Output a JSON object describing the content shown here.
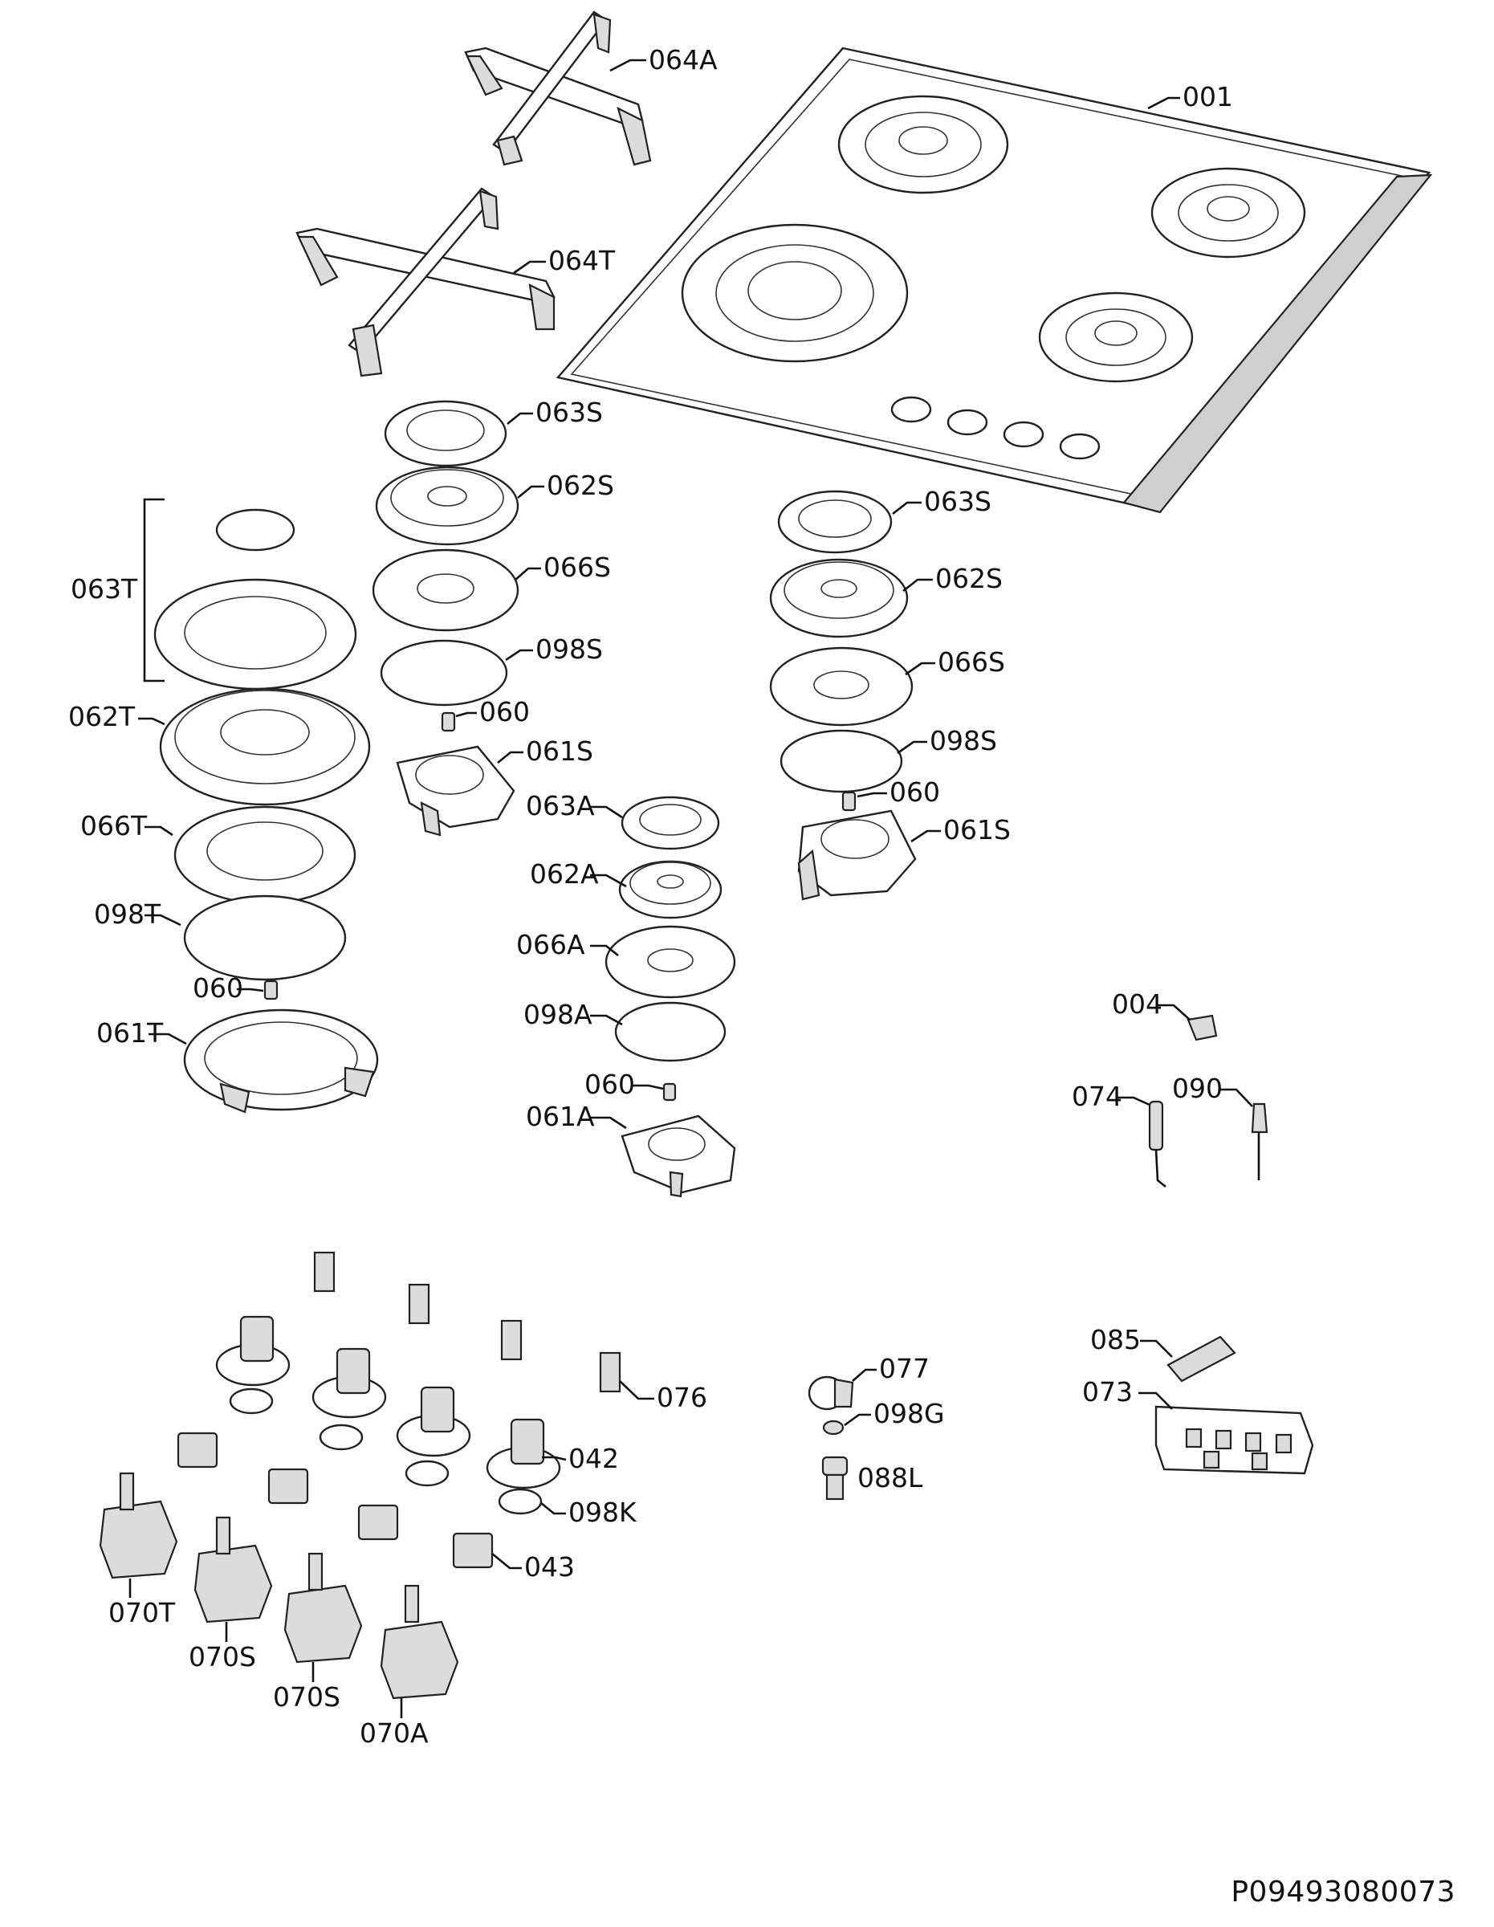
{
  "drawing_number": "P09493080073",
  "labels": {
    "l_064A": "064A",
    "l_001": "001",
    "l_064T": "064T",
    "l_063S_left": "063S",
    "l_062S_left": "062S",
    "l_066S_left": "066S",
    "l_098S_left": "098S",
    "l_060_left": "060",
    "l_061S_left": "061S",
    "l_063T": "063T",
    "l_062T": "062T",
    "l_066T": "066T",
    "l_098T": "098T",
    "l_060_t": "060",
    "l_061T": "061T",
    "l_063S_right": "063S",
    "l_062S_right": "062S",
    "l_066S_right": "066S",
    "l_098S_right": "098S",
    "l_060_right": "060",
    "l_061S_right": "061S",
    "l_063A": "063A",
    "l_062A": "062A",
    "l_066A": "066A",
    "l_098A": "098A",
    "l_060_a": "060",
    "l_061A": "061A",
    "l_004": "004",
    "l_074": "074",
    "l_090": "090",
    "l_076": "076",
    "l_077": "077",
    "l_098G": "098G",
    "l_088L": "088L",
    "l_042": "042",
    "l_098K": "098K",
    "l_043": "043",
    "l_085": "085",
    "l_073": "073",
    "l_070T": "070T",
    "l_070S_a": "070S",
    "l_070S_b": "070S",
    "l_070A": "070A"
  }
}
